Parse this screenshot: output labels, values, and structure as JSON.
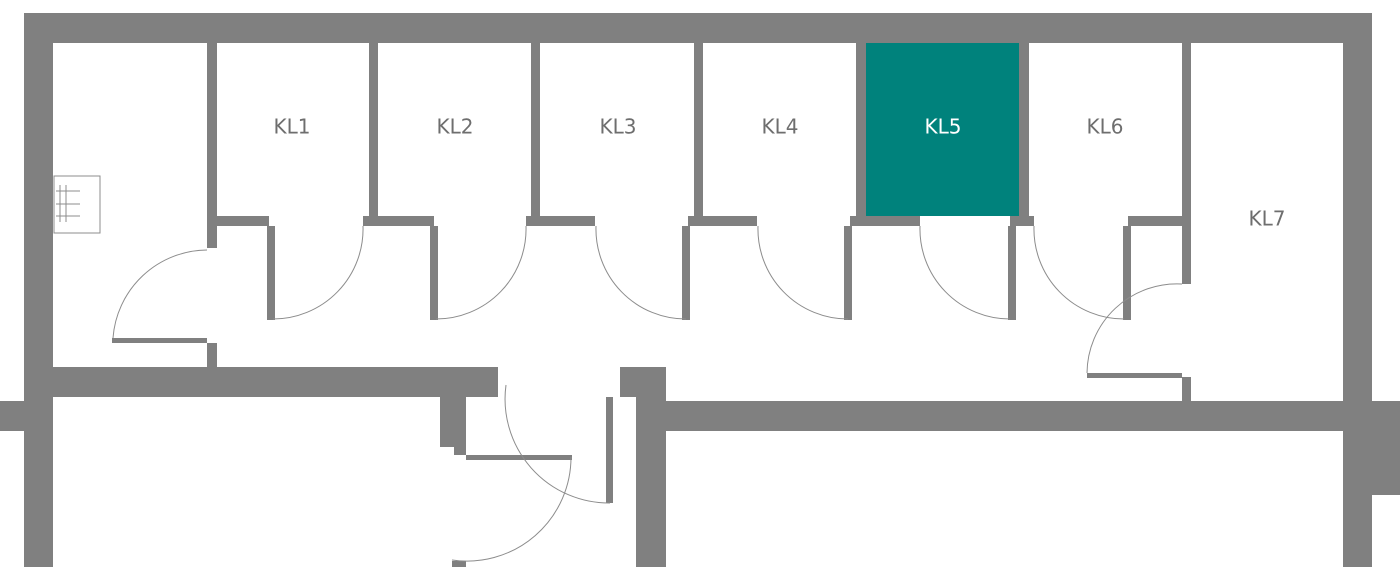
{
  "colors": {
    "wall": "#808080",
    "highlight": "#00827C",
    "label": "#6e6e6e",
    "label_highlight": "#ffffff",
    "door_line": "#8c8c8c",
    "background": "#ffffff"
  },
  "rooms": [
    {
      "id": "kl1",
      "label": "KL1",
      "highlighted": false
    },
    {
      "id": "kl2",
      "label": "KL2",
      "highlighted": false
    },
    {
      "id": "kl3",
      "label": "KL3",
      "highlighted": false
    },
    {
      "id": "kl4",
      "label": "KL4",
      "highlighted": false
    },
    {
      "id": "kl5",
      "label": "KL5",
      "highlighted": true
    },
    {
      "id": "kl6",
      "label": "KL6",
      "highlighted": false
    },
    {
      "id": "kl7",
      "label": "KL7",
      "highlighted": false
    }
  ],
  "fixtures": [
    {
      "name": "electrical-panel-icon"
    }
  ]
}
